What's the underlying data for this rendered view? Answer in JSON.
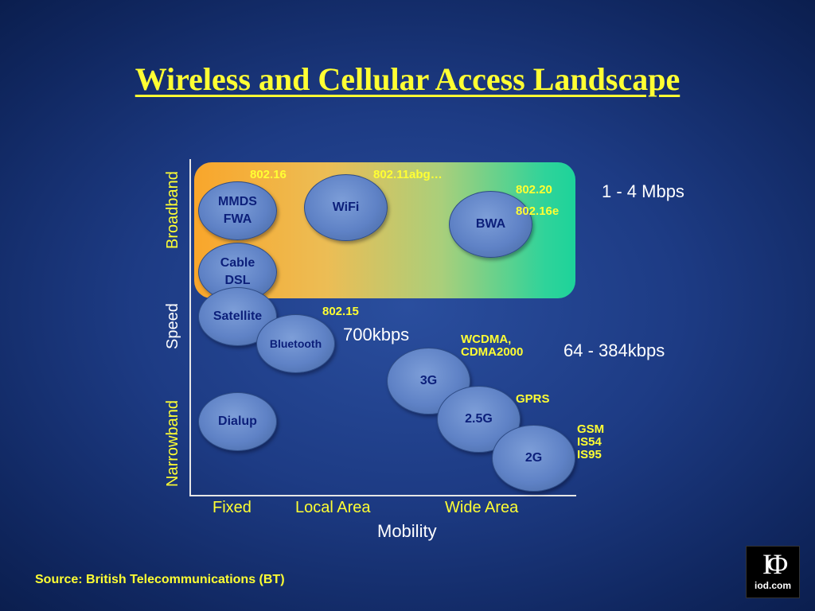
{
  "title": "Wireless and Cellular Access Landscape",
  "axes": {
    "y_title": "Speed",
    "y_high": "Broadband",
    "y_low": "Narrowband",
    "x_title": "Mobility",
    "x_ticks": [
      "Fixed",
      "Local Area",
      "Wide Area"
    ]
  },
  "bubbles": {
    "mmds": "MMDS\nFWA",
    "wifi": "WiFi",
    "bwa": "BWA",
    "cable": "Cable\nDSL",
    "satellite": "Satellite",
    "bluetooth": "Bluetooth",
    "g3": "3G",
    "g25": "2.5G",
    "g2": "2G",
    "dialup": "Dialup"
  },
  "standards": {
    "s80216": "802.16",
    "s80211": "802.11abg…",
    "s80220": "802.20",
    "s80216e": "802.16e",
    "s80215": "802.15",
    "wcdma": "WCDMA,\nCDMA2000",
    "gprs": "GPRS",
    "gsm": "GSM\nIS54\nIS95"
  },
  "rates": {
    "broadband": "1 - 4 Mbps",
    "local": "700kbps",
    "cellular": "64 - 384kbps"
  },
  "source": "Source: British Telecommunications (BT)",
  "logo": {
    "mark": "IOD",
    "site": "iod.com"
  },
  "colors": {
    "title": "#ffff33",
    "bubble": "#5f82c6",
    "bubble_text": "#0c1f7a",
    "band_start": "#f9a62b",
    "band_end": "#1dd39a"
  }
}
